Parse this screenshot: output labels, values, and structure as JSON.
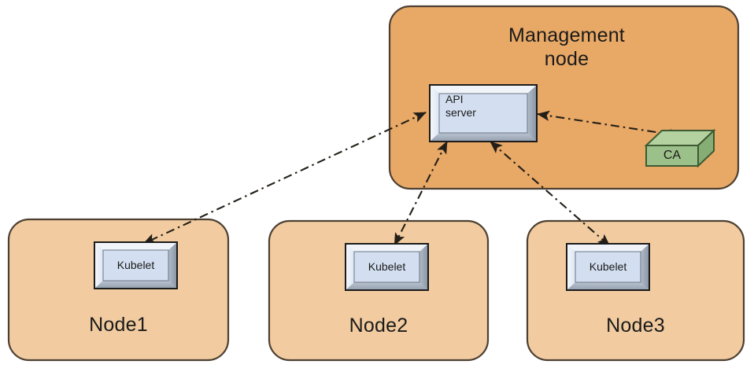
{
  "diagram": {
    "title": "Kubernetes node to API server and CA trust diagram",
    "colors": {
      "management_zone_fill": "#e8a866",
      "node_zone_fill": "#f2cca0",
      "zone_stroke": "#4d4033",
      "component_fill": "#d3dff0",
      "component_bevel_light": "#eef3fa",
      "component_bevel_dark": "#9aa5b4",
      "component_stroke": "#1b1b1b",
      "ca_front_fill": "#9cc089",
      "ca_top_fill": "#b4d2a0",
      "ca_side_fill": "#86ad73",
      "ca_stroke": "#3d5a33",
      "connector_stroke": "#231f18",
      "text": "#1a1a1a",
      "background": "#ffffff"
    },
    "zones": [
      {
        "id": "management-node",
        "label": "Management\nnode",
        "label_line1": "Management",
        "label_line2": "node"
      },
      {
        "id": "node1",
        "label": "Node1"
      },
      {
        "id": "node2",
        "label": "Node2"
      },
      {
        "id": "node3",
        "label": "Node3"
      }
    ],
    "components": [
      {
        "id": "api-server",
        "label": "API\nserver",
        "label_line1": "API",
        "label_line2": "server",
        "zone": "management-node",
        "shape": "beveled-rectangle"
      },
      {
        "id": "ca",
        "label": "CA",
        "zone": "management-node",
        "shape": "cuboid"
      },
      {
        "id": "kubelet-node1",
        "label": "Kubelet",
        "zone": "node1",
        "shape": "beveled-rectangle"
      },
      {
        "id": "kubelet-node2",
        "label": "Kubelet",
        "zone": "node2",
        "shape": "beveled-rectangle"
      },
      {
        "id": "kubelet-node3",
        "label": "Kubelet",
        "zone": "node3",
        "shape": "beveled-rectangle"
      }
    ],
    "connectors": [
      {
        "id": "api-server-to-ca",
        "from": "api-server",
        "to": "ca",
        "style": "dash-dot",
        "arrows": "both"
      },
      {
        "id": "api-server-to-kubelet-node1",
        "from": "api-server",
        "to": "kubelet-node1",
        "style": "dash-dot",
        "arrows": "both"
      },
      {
        "id": "api-server-to-kubelet-node2",
        "from": "api-server",
        "to": "kubelet-node2",
        "style": "dash-dot",
        "arrows": "both"
      },
      {
        "id": "api-server-to-kubelet-node3",
        "from": "api-server",
        "to": "kubelet-node3",
        "style": "dash-dot",
        "arrows": "both"
      }
    ]
  }
}
